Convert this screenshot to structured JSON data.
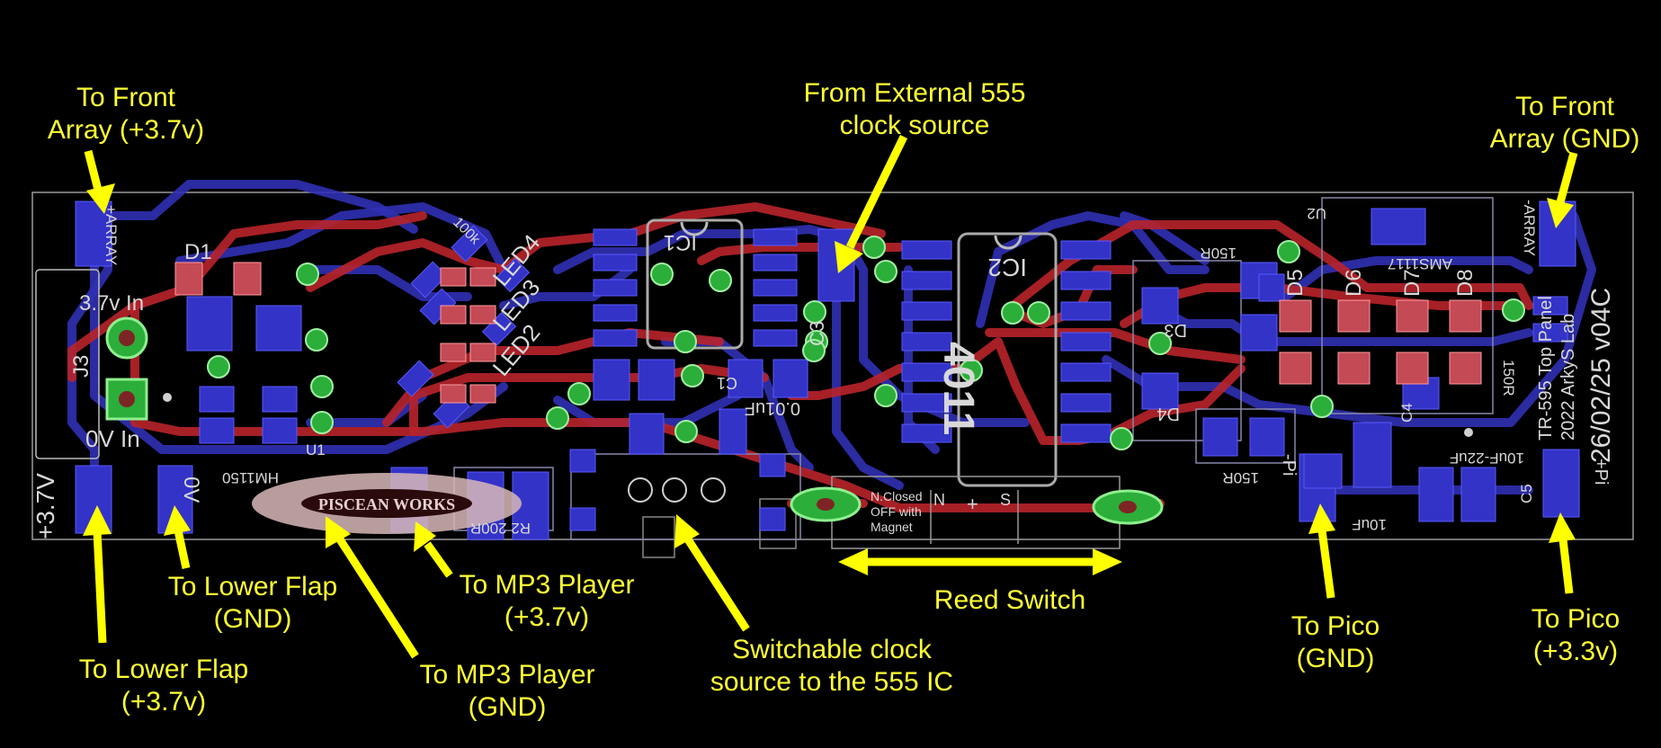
{
  "callouts": {
    "front_array_positive": [
      "To Front",
      "Array (+3.7v)"
    ],
    "front_array_gnd": [
      "To Front",
      "Array (GND)"
    ],
    "external_clock": [
      "From External 555",
      "clock source"
    ],
    "lower_flap_gnd": [
      "To Lower Flap",
      "(GND)"
    ],
    "lower_flap_positive": [
      "To Lower Flap",
      "(+3.7v)"
    ],
    "mp3_positive": [
      "To MP3 Player",
      "(+3.7v)"
    ],
    "mp3_gnd": [
      "To MP3 Player",
      "(GND)"
    ],
    "switchable_clock": [
      "Switchable clock",
      "source to the 555 IC"
    ],
    "reed_switch": "Reed Switch",
    "pico_gnd": [
      "To Pico",
      "(GND)"
    ],
    "pico_positive": [
      "To Pico",
      "(+3.3v)"
    ]
  },
  "silkscreen": {
    "in_positive": "3.7v In",
    "in_zero": "0V In",
    "j3": "J3",
    "d1": "D1",
    "r100k": "100k",
    "led4": "LED4",
    "led3": "LED3",
    "led2": "LED2",
    "ic1": "IC1",
    "ic2": "IC2",
    "chip_4011": "4011",
    "c1": "C1",
    "c3": "C3",
    "c_01uf": "0.01uF",
    "d3": "D3",
    "d4": "D4",
    "d5": "D5",
    "d6": "D6",
    "d7": "D7",
    "d8": "D8",
    "r150_top": "150R",
    "r150_bottom": "150R",
    "r150_right": "150R",
    "r200": "R2 200R",
    "hm1150": "HM1150",
    "u1": "U1",
    "u2": "U2",
    "ams": "AMS1117",
    "c4": "C4",
    "c5": "C5",
    "c10uf": "10uF",
    "c22uf": "10uF-22uF",
    "board_info": "TR-595 Top Panel",
    "year_lab": "2022 ArkyS Lab",
    "version": "26/02/25 v04C",
    "array_pos": "+ARRAY",
    "array_neg": "-ARRAY",
    "pico_pos": "+Pi",
    "pico_neg": "-Pi",
    "v37": "+3.7V",
    "v0": "0V",
    "reed_label": [
      "N.Closed",
      "OFF with",
      "Magnet"
    ],
    "reed_n": "N",
    "reed_plus": "+",
    "reed_s": "S",
    "logo": "PISCEAN WORKS"
  }
}
